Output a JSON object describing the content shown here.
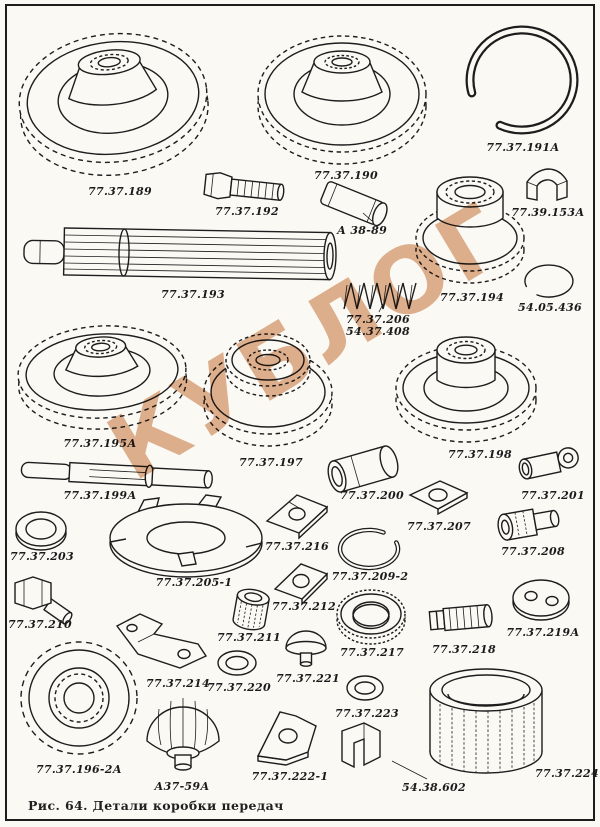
{
  "figure": {
    "caption": "Рис. 64. Детали коробки передач",
    "watermark": "КУБЛОГ"
  },
  "colors": {
    "ink": "#1d1d1d",
    "paper": "#fbf9f4",
    "watermark": "#c77a3e"
  },
  "labels": {
    "g189": "77.37.189",
    "g190": "77.37.190",
    "r191a": "77.37.191А",
    "b192": "77.37.192",
    "a3889": "А 38-89",
    "br153a": "77.39.153А",
    "s193": "77.37.193",
    "g194": "77.37.194",
    "sp206": "77.37.206",
    "sp408": "54.37.408",
    "r436": "54.05.436",
    "g195a": "77.37.195А",
    "g197": "77.37.197",
    "g198": "77.37.198",
    "s199a": "77.37.199А",
    "bu200": "77.37.200",
    "f201": "77.37.201",
    "p207": "77.37.207",
    "bu208": "77.37.208",
    "r203": "77.37.203",
    "lp205": "77.37.205-1",
    "p216": "77.37.216",
    "r209": "77.37.209-2",
    "b210": "77.37.210",
    "bu211": "77.37.211",
    "p212": "77.37.212",
    "r217": "77.37.217",
    "pl218": "77.37.218",
    "d219a": "77.37.219А",
    "g196": "77.37.196-2А",
    "br214": "77.37.214",
    "r220": "77.37.220",
    "c221": "77.37.221",
    "r223": "77.37.223",
    "a3759a": "А37-59А",
    "p222": "77.37.222-1",
    "cl602": "54.38.602",
    "dr224": "77.37.224"
  }
}
